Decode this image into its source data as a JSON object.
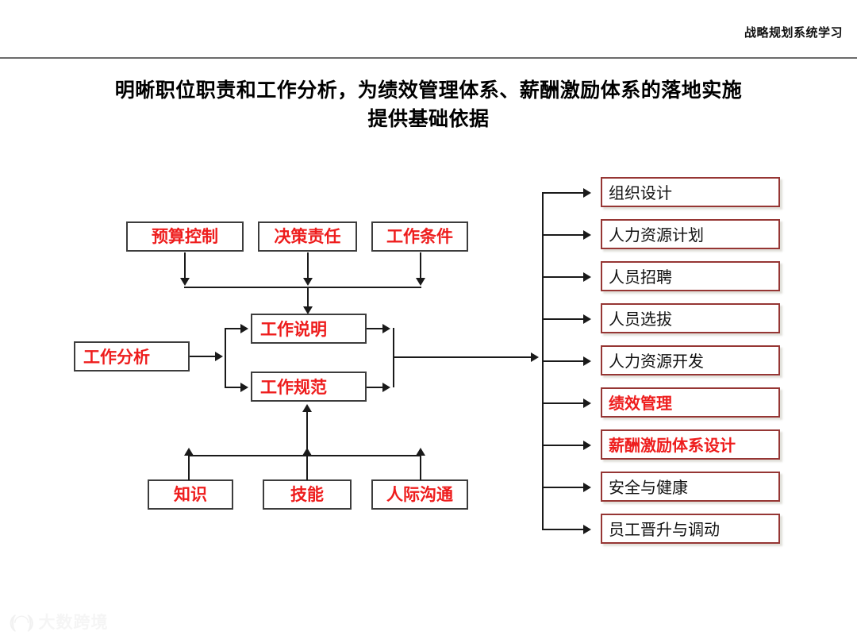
{
  "header": {
    "course_label": "战略规划系统学习"
  },
  "title": {
    "line1": "明晰职位职责和工作分析，为绩效管理体系、薪酬激励体系的落地实施",
    "line2": "提供基础依据"
  },
  "diagram": {
    "inputs_top": [
      {
        "label": "预算控制"
      },
      {
        "label": "决策责任"
      },
      {
        "label": "工作条件"
      }
    ],
    "source": {
      "label": "工作分析"
    },
    "outputs_mid": [
      {
        "label": "工作说明"
      },
      {
        "label": "工作规范"
      }
    ],
    "inputs_bottom": [
      {
        "label": "知识"
      },
      {
        "label": "技能"
      },
      {
        "label": "人际沟通"
      }
    ],
    "applications": [
      {
        "label": "组织设计",
        "emphasis": "normal"
      },
      {
        "label": "人力资源计划",
        "emphasis": "normal"
      },
      {
        "label": "人员招聘",
        "emphasis": "normal"
      },
      {
        "label": "人员选拔",
        "emphasis": "normal"
      },
      {
        "label": "人力资源开发",
        "emphasis": "normal"
      },
      {
        "label": "绩效管理",
        "emphasis": "red"
      },
      {
        "label": "薪酬激励体系设计",
        "emphasis": "red"
      },
      {
        "label": "安全与健康",
        "emphasis": "normal"
      },
      {
        "label": "员工晋升与调动",
        "emphasis": "normal"
      }
    ]
  },
  "watermark": {
    "mark": "⦅◠⦆",
    "text": "大数跨境"
  },
  "colors": {
    "node_text_red": "#ee1d1d",
    "node_border": "#3d3d3d",
    "item_border": "#963634",
    "item_text": "#111111",
    "rule": "#6b6b6b"
  }
}
